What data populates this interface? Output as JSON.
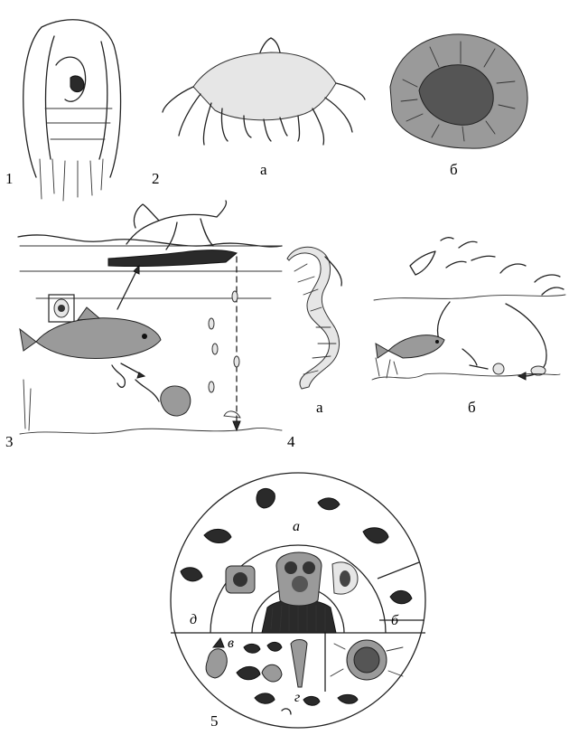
{
  "figure_labels": {
    "f1": "1",
    "f2": "2",
    "f2a": "а",
    "f2b": "б",
    "f3": "3",
    "f4": "4",
    "f4a": "а",
    "f4b": "б",
    "f5": "5"
  },
  "circle_labels": {
    "a": "а",
    "b": "б",
    "v": "в",
    "g": "г",
    "d": "д"
  }
}
